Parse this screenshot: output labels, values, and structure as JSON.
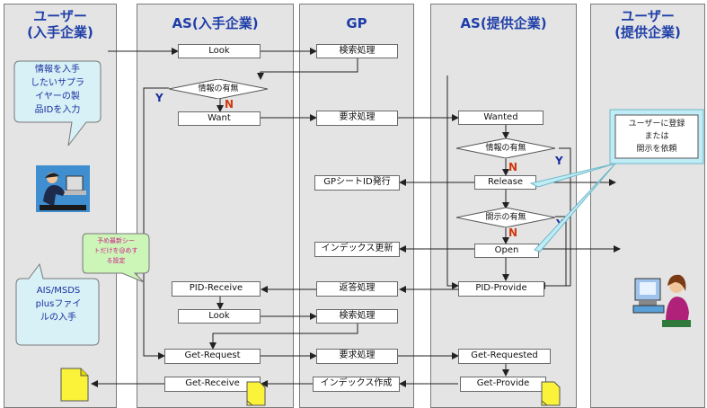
{
  "lanes": [
    {
      "title": "ユーザー\n(入手企業)"
    },
    {
      "title": "AS(入手企業)"
    },
    {
      "title": "GP"
    },
    {
      "title": "AS(提供企業)"
    },
    {
      "title": "ユーザー\n(提供企業)"
    }
  ],
  "boxes": {
    "look1": "Look",
    "want": "Want",
    "pid_receive": "PID-Receive",
    "look2": "Look",
    "get_request": "Get-Request",
    "get_receive": "Get-Receive",
    "search1": "検索処理",
    "request1": "要求処理",
    "gp_sheet": "GPシートID発行",
    "index_update": "インデックス更新",
    "reply": "返答処理",
    "search2": "検索処理",
    "request2": "要求処理",
    "index_create": "インデックス作成",
    "wanted": "Wanted",
    "release": "Release",
    "open": "Open",
    "pid_provide": "PID-Provide",
    "get_requested": "Get-Requested",
    "get_provide": "Get-Provide"
  },
  "decisions": {
    "info_exists_left": "情報の有無",
    "info_exists_right": "情報の有無",
    "disclosure": "開示の有無"
  },
  "labels": {
    "y": "Y",
    "n": "N"
  },
  "callouts": {
    "input_bubble": "情報を入手\nしたいサプラ\nイヤーの製\n品IDを入力",
    "ais_bubble": "AIS/MSDS\nplusファイ\nルの入手",
    "note_green": "予め最新シー\nトだけを@めす\nる設定",
    "note_request": "ユーザーに登録\nまたは\n開示を依頼"
  },
  "colors": {
    "lane_bg": "#e4e4e4",
    "title": "#1f3fa8",
    "bubble": "#d7f1f6",
    "green_note": "#ccf5b8",
    "doc": "#fbf23a",
    "label_y": "#1a2fa0",
    "label_n": "#d03a10"
  },
  "icons": [
    "user-at-computer-icon",
    "woman-at-computer-icon",
    "document-icon"
  ]
}
